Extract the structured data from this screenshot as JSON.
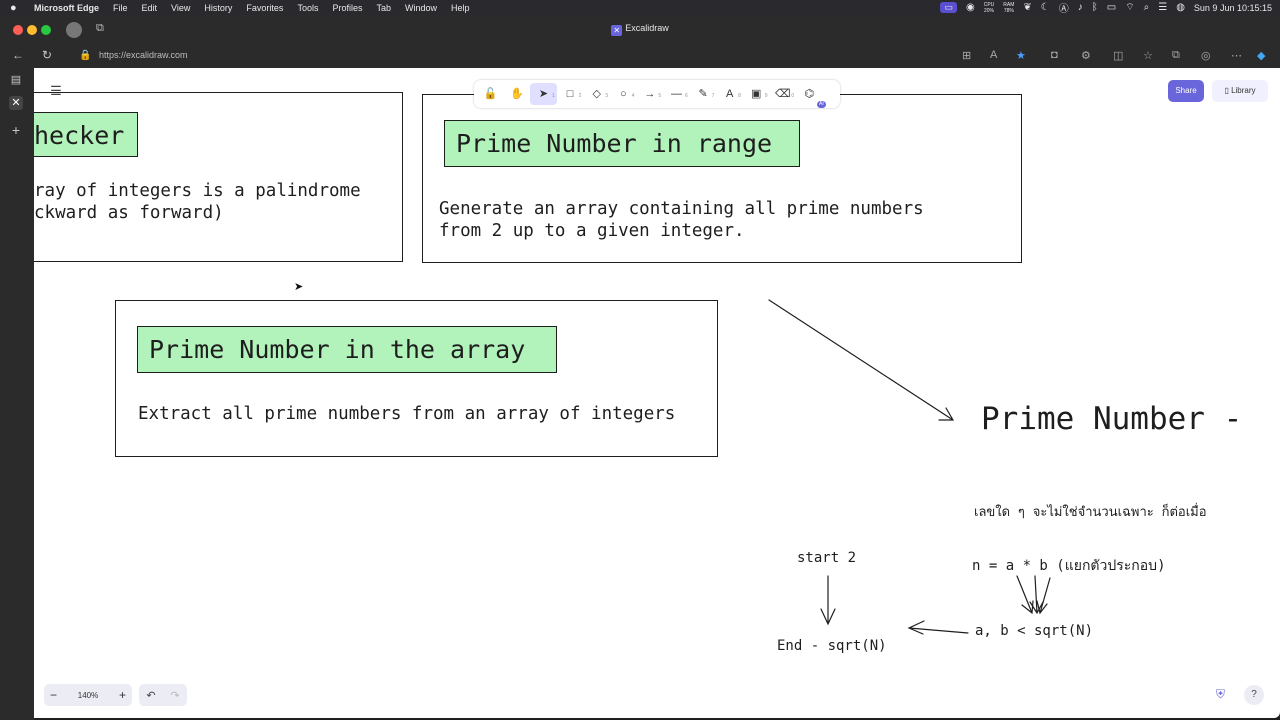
{
  "menubar": {
    "app": "Microsoft Edge",
    "items": [
      "File",
      "Edit",
      "View",
      "History",
      "Favorites",
      "Tools",
      "Profiles",
      "Tab",
      "Window",
      "Help"
    ],
    "cpu_label": "CPU",
    "cpu_value": "20%",
    "ram_label": "RAM",
    "ram_value": "78%",
    "clock": "Sun 9 Jun  10:15:15"
  },
  "browser": {
    "tab_title": "Excalidraw",
    "url": "https://excalidraw.com"
  },
  "toolbar": {
    "tools": [
      {
        "name": "lock-tool",
        "icon": "lock-icon",
        "glyph": "🔓",
        "key": ""
      },
      {
        "name": "hand-tool",
        "icon": "hand-icon",
        "glyph": "✋",
        "key": ""
      },
      {
        "name": "selection-tool",
        "icon": "pointer-icon",
        "glyph": "➤",
        "key": "1"
      },
      {
        "name": "rectangle-tool",
        "icon": "rectangle-icon",
        "glyph": "□",
        "key": "2"
      },
      {
        "name": "diamond-tool",
        "icon": "diamond-icon",
        "glyph": "◇",
        "key": "3"
      },
      {
        "name": "ellipse-tool",
        "icon": "ellipse-icon",
        "glyph": "○",
        "key": "4"
      },
      {
        "name": "arrow-tool",
        "icon": "arrow-icon",
        "glyph": "→",
        "key": "5"
      },
      {
        "name": "line-tool",
        "icon": "line-icon",
        "glyph": "—",
        "key": "6"
      },
      {
        "name": "draw-tool",
        "icon": "pencil-icon",
        "glyph": "✎",
        "key": "7"
      },
      {
        "name": "text-tool",
        "icon": "text-icon",
        "glyph": "A",
        "key": "8"
      },
      {
        "name": "image-tool",
        "icon": "image-icon",
        "glyph": "▣",
        "key": "9"
      },
      {
        "name": "eraser-tool",
        "icon": "eraser-icon",
        "glyph": "⌫",
        "key": "0"
      },
      {
        "name": "extra-tools",
        "icon": "shapes-icon",
        "glyph": "⌬",
        "key": ""
      }
    ],
    "extra_badge": "AI"
  },
  "share_label": "Share",
  "library_label": "Library",
  "zoom_level": "140%",
  "canvas": {
    "palindrome": {
      "title": "hecker",
      "desc": "ray of integers is a palindrome\nckward as forward)"
    },
    "range": {
      "title": "Prime Number in range",
      "desc": "Generate an array containing all prime numbers\nfrom 2 up to a given integer."
    },
    "array": {
      "title": "Prime Number in the array",
      "desc": "Extract all prime numbers from an array of integers"
    },
    "big_title": "Prime Number -",
    "thai_note": "เลขใด ๆ จะไม่ใช่จำนวนเฉพาะ ก็ต่อเมื่อ",
    "formula": "n = a * b (แยกตัวประกอบ)",
    "start": "start 2",
    "end": "End - sqrt(N)",
    "condition": "a, b < sqrt(N)"
  }
}
